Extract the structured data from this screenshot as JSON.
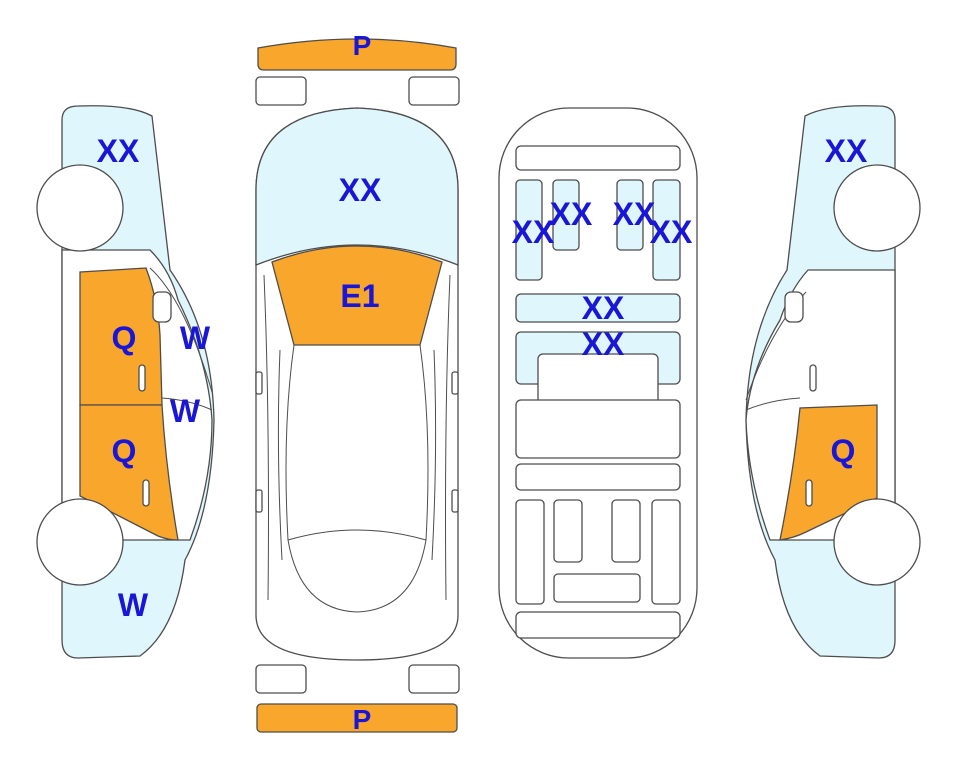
{
  "colors": {
    "damage_orange": "#f9a62d",
    "glass_blue": "#dff6fc",
    "outline": "#4d4d4d",
    "label_blue": "#1a16d6",
    "background": "#ffffff"
  },
  "labels": {
    "front_bumper": "P",
    "rear_bumper": "P",
    "windshield": "XX",
    "hood": "E1",
    "left_upper": "XX",
    "left_front_door": "Q",
    "left_rear_door": "Q",
    "left_mirror": "W",
    "left_pillar": "W",
    "left_lower": "W",
    "right_upper": "XX",
    "right_door": "Q",
    "interior_seat_1": "XX",
    "interior_seat_2": "XX",
    "interior_seat_3": "XX",
    "interior_seat_4": "XX",
    "interior_row_1": "XX",
    "interior_row_2": "XX"
  }
}
